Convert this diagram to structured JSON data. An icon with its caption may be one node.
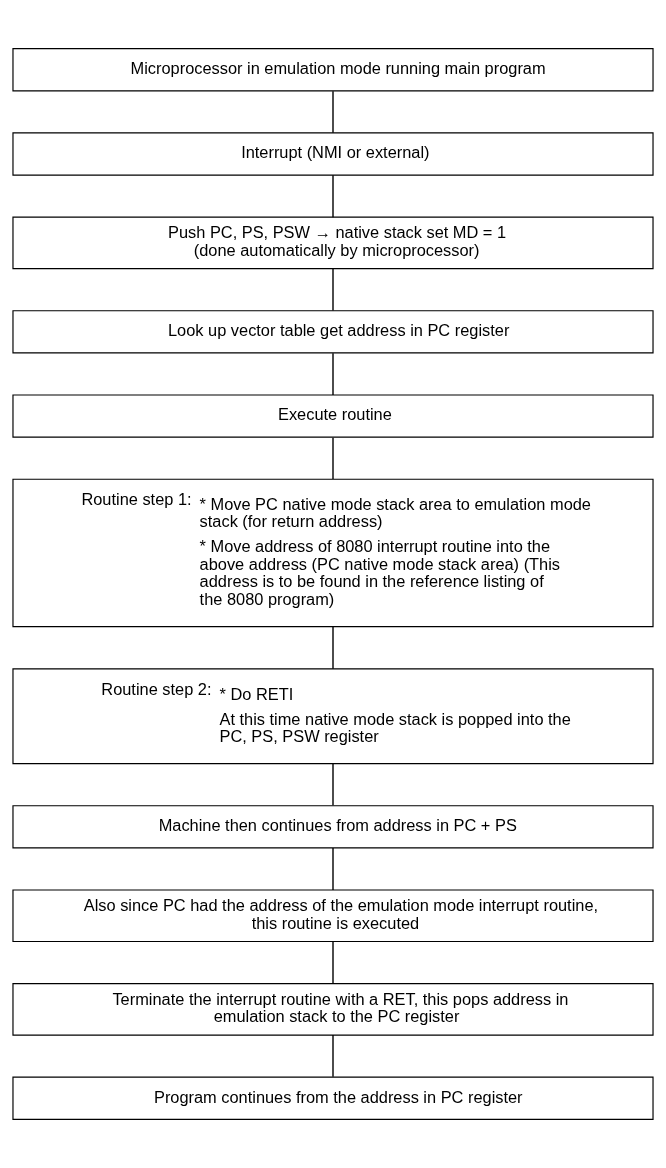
{
  "diagram": {
    "nodes": [
      {
        "text": [
          "Microprocessor in emulation mode running main program"
        ]
      },
      {
        "text": [
          "Interrupt (NMI or external)"
        ]
      },
      {
        "text": [
          "Push PC, PS, PSW → native stack set MD = 1",
          "(done automatically by microprocessor)"
        ]
      },
      {
        "text": [
          "Look up vector table get address in PC register"
        ]
      },
      {
        "text": [
          "Execute routine"
        ]
      },
      {
        "text": [
          "Routine step 1:",
          "* Move PC native mode stack area to emulation mode stack (for return address)",
          "* Move address of 8080 interrupt routine into the above address (PC native mode stack area) (This address is to be found in the reference listing of the 8080 program)"
        ]
      },
      {
        "text": [
          "Routine step 2:",
          "* Do RETI",
          "At this time native mode stack is popped into the PC, PS, PSW register"
        ]
      },
      {
        "text": [
          "Machine then continues from address in PC + PS"
        ]
      },
      {
        "text": [
          "Also since PC had the address of the emulation mode interrupt routine, this routine is executed"
        ]
      },
      {
        "text": [
          "Terminate the interrupt routine with a RET, this pops address in emulation stack to the PC register"
        ]
      },
      {
        "text": [
          "Program continues from the address in PC register"
        ]
      }
    ],
    "edges": [
      {
        "from": 0,
        "to": 1,
        "arrow": "none"
      },
      {
        "from": 1,
        "to": 2,
        "arrow": "none"
      },
      {
        "from": 2,
        "to": 3,
        "arrow": "none"
      },
      {
        "from": 3,
        "to": 4,
        "arrow": "none"
      },
      {
        "from": 4,
        "to": 5,
        "arrow": "none"
      },
      {
        "from": 5,
        "to": 6,
        "arrow": "none"
      },
      {
        "from": 6,
        "to": 7,
        "arrow": "none"
      },
      {
        "from": 7,
        "to": 8,
        "arrow": "none"
      },
      {
        "from": 8,
        "to": 9,
        "arrow": "none"
      },
      {
        "from": 9,
        "to": 10,
        "arrow": "none"
      }
    ]
  }
}
